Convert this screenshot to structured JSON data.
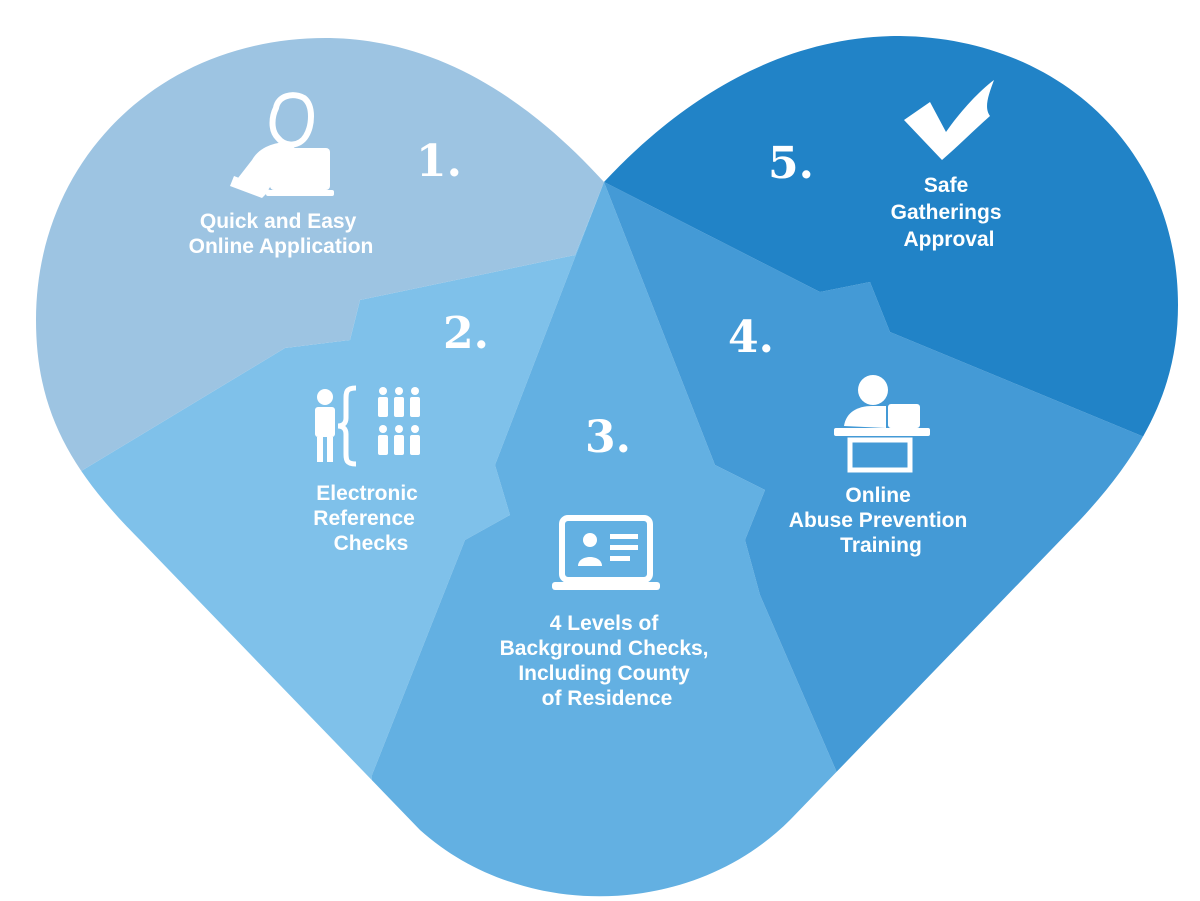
{
  "colors": {
    "segment_1": "#9dc4e2",
    "segment_2": "#7fc1ea",
    "segment_3": "#63b0e2",
    "segment_4": "#449ad6",
    "segment_5": "#2183c7"
  },
  "steps": [
    {
      "number": "1.",
      "icon": "person-laptop-icon",
      "lines": [
        "Quick and Easy",
        "Online Application"
      ]
    },
    {
      "number": "2.",
      "icon": "references-group-icon",
      "lines": [
        "Electronic",
        "Reference",
        "Checks"
      ]
    },
    {
      "number": "3.",
      "icon": "id-card-monitor-icon",
      "lines": [
        "4 Levels of",
        "Background Checks,",
        "Including County",
        "of Residence"
      ]
    },
    {
      "number": "4.",
      "icon": "person-desk-icon",
      "lines": [
        "Online",
        "Abuse Prevention",
        "Training"
      ]
    },
    {
      "number": "5.",
      "icon": "checkmark-icon",
      "lines": [
        "Safe",
        "Gatherings",
        "Approval"
      ]
    }
  ]
}
